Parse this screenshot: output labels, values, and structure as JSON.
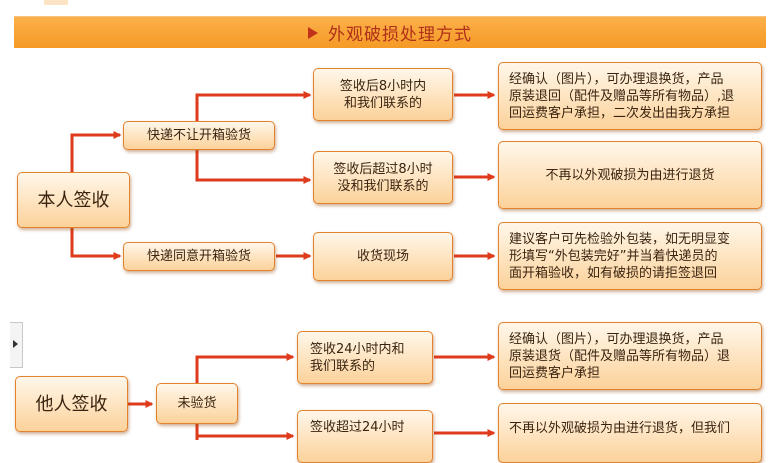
{
  "header": {
    "title": "外观破损处理方式"
  },
  "flow": {
    "self_sign": "本人签收",
    "no_open": "快递不让开箱验货",
    "open_ok": "快递同意开箱验货",
    "within8": "签收后8小时内\n和我们联系的",
    "over8": "签收后超过8小时\n没和我们联系的",
    "onsite": "收货现场",
    "res_return": "经确认（图片），可办理退换货，产品\n原装退回（配件及赠品等所有物品）,退\n回运费客户承担，二次发出由我方承担",
    "res_noreturn": "不再以外观破损为由进行退货",
    "res_check": "建议客户可先检验外包装，如无明显变\n形填写“外包装完好”并当着快递员的\n面开箱验收，如有破损的请拒签退回",
    "other_sign": "他人签收",
    "not_checked": "未验货",
    "within24": "签收24小时内和\n我们联系的",
    "over24": "签收超过24小时",
    "res_return2": "经确认（图片），可办理退换货，产品\n原装退货（配件及赠品等所有物品）退\n回运费客户承担",
    "res_noreturn2": "不再以外观破损为由进行退货，但我们"
  },
  "colors": {
    "arrow": "#de3a1c",
    "box_border": "#e3822c",
    "banner": "#f59a26",
    "title": "#b0301a"
  }
}
